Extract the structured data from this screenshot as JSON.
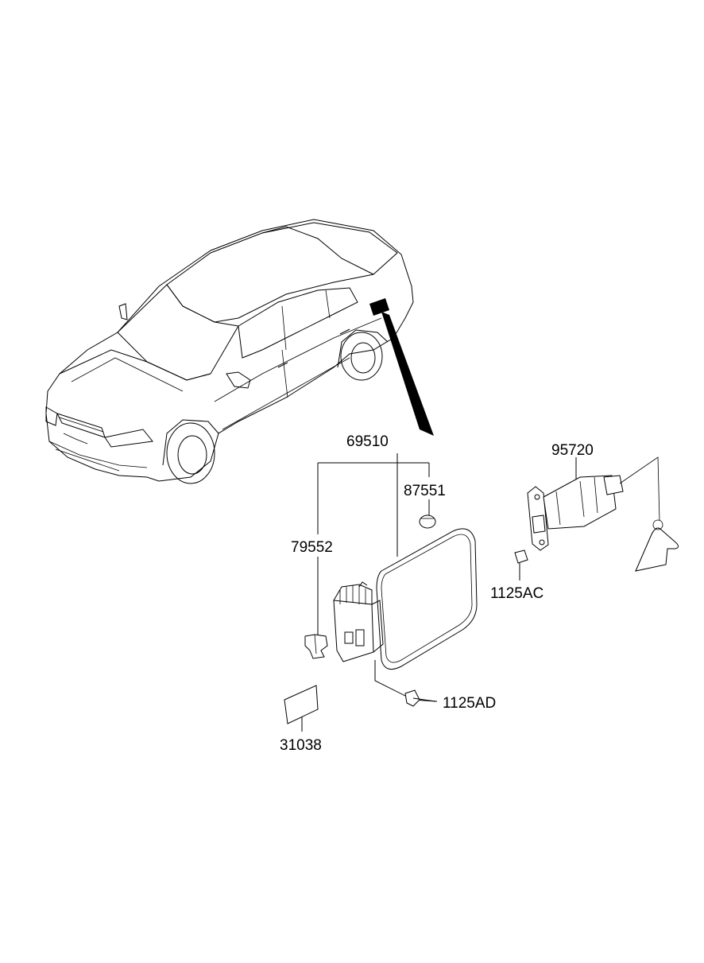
{
  "diagram": {
    "labels": {
      "p69510": "69510",
      "p87551": "87551",
      "p79552": "79552",
      "p95720": "95720",
      "p1125AC": "1125AC",
      "p1125AD": "1125AD",
      "p31038": "31038"
    }
  }
}
